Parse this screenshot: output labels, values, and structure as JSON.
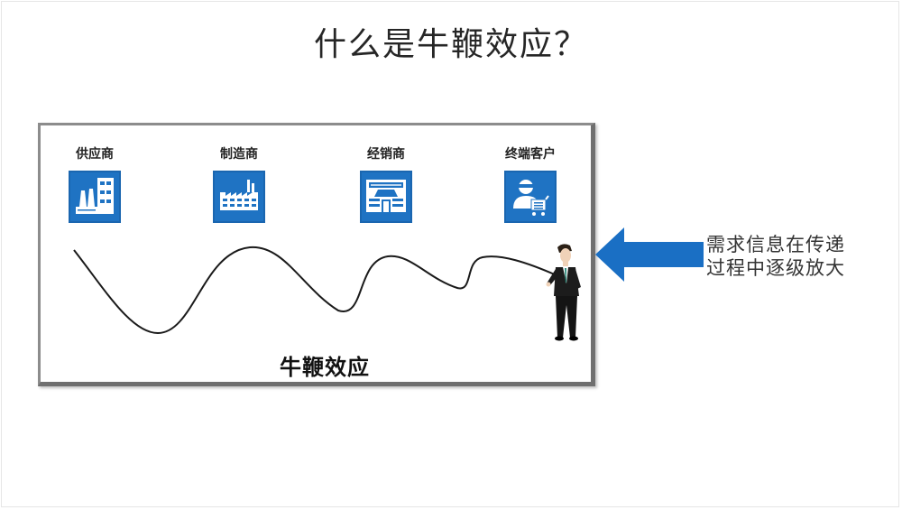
{
  "slide": {
    "title": "什么是牛鞭效应？"
  },
  "diagram": {
    "stages": [
      {
        "label": "供应商",
        "icon": "supplier-factory-icon"
      },
      {
        "label": "制造商",
        "icon": "manufacturer-factory-icon"
      },
      {
        "label": "经销商",
        "icon": "supermarket-store-icon"
      },
      {
        "label": "终端客户",
        "icon": "customer-cart-icon"
      }
    ],
    "caption": "牛鞭效应",
    "wave_description": "whip-shaped curve with amplitude growing from right (customer) to left (supplier)",
    "figure": "businessman-holding-whip-icon",
    "colors": {
      "icon_bg": "#1f73c3",
      "arrow": "#1a6fc4",
      "frame_border": "#7a7a7a",
      "text": "#222222"
    }
  },
  "annotation": {
    "arrow": "left-arrow-icon",
    "lines": [
      "需求信息在传递",
      "过程中逐级放大"
    ]
  }
}
